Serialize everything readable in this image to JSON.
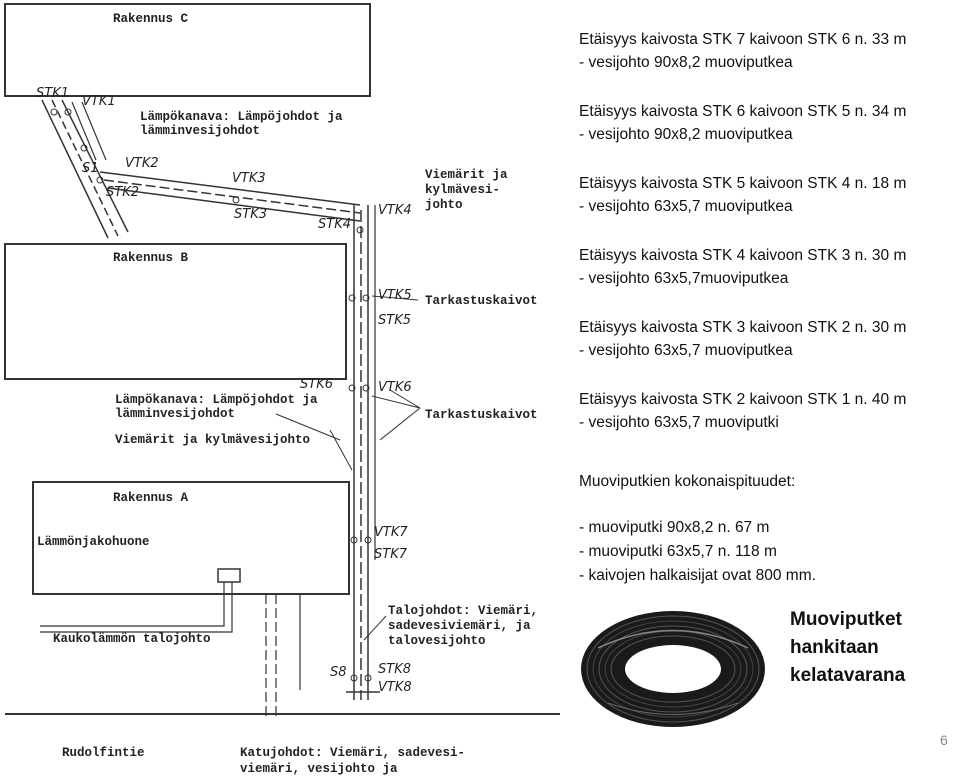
{
  "diagram": {
    "buildings": {
      "c": "Rakennus C",
      "b": "Rakennus B",
      "a": "Rakennus A"
    },
    "heat_channel_top": [
      "Lämpökanava: Lämpöjohdot ja",
      "lämminvesijohdot"
    ],
    "sewers_top": [
      "Viemärit ja",
      "kylmävesi-",
      "johto"
    ],
    "inspection_wells_1": "Tarkastuskaivot",
    "inspection_wells_2": "Tarkastuskaivot",
    "heat_channel_mid": [
      "Lämpökanava: Lämpöjohdot ja",
      "lämminvesijohdot"
    ],
    "sewers_mid": "Viemärit ja kylmävesijohto",
    "distribution_room": "Lämmönjakohuone",
    "district_heat": "Kaukolämmön talojohto",
    "house_lines": [
      "Talojohdot: Viemäri,",
      "sadevesiviemäri, ja",
      "talovesijohto"
    ],
    "street": "Rudolfintie",
    "street_lines": [
      "Katujohdot: Viemäri, sadevesi-",
      "viemäri, vesijohto ja"
    ],
    "wells": {
      "stk1": "STK1",
      "vtk1": "VTK1",
      "s1": "S1",
      "vtk2": "VTK2",
      "stk2": "STK2",
      "vtk3": "VTK3",
      "stk3": "STK3",
      "stk4": "STK4",
      "vtk4": "VTK4",
      "vtk5": "VTK5",
      "stk5": "STK5",
      "stk6": "STK6",
      "vtk6": "VTK6",
      "vtk7": "VTK7",
      "stk7": "STK7",
      "s8": "S8",
      "stk8": "STK8",
      "vtk8": "VTK8"
    }
  },
  "distances": [
    {
      "line1": "Etäisyys kaivosta STK 7 kaivoon STK 6 n. 33 m",
      "line2": "- vesijohto 90x8,2 muoviputkea"
    },
    {
      "line1": "Etäisyys kaivosta STK 6 kaivoon STK 5 n. 34 m",
      "line2": "- vesijohto 90x8,2 muoviputkea"
    },
    {
      "line1": "Etäisyys kaivosta STK 5 kaivoon STK 4 n. 18 m",
      "line2": "- vesijohto 63x5,7  muoviputkea"
    },
    {
      "line1": "Etäisyys kaivosta STK 4 kaivoon STK 3 n. 30 m",
      "line2": "- vesijohto 63x5,7muoviputkea"
    },
    {
      "line1": "Etäisyys kaivosta STK 3 kaivoon STK 2 n. 30 m",
      "line2": "- vesijohto 63x5,7 muoviputkea"
    },
    {
      "line1": "Etäisyys kaivosta STK 2 kaivoon STK 1 n. 40 m",
      "line2": "-     vesijohto 63x5,7 muoviputki"
    }
  ],
  "totals": {
    "heading": "Muoviputkien kokonaispituudet:",
    "item1": "- muoviputki 90x8,2  n. 67 m",
    "item2": "- muoviputki 63x5,7 n. 118 m",
    "item3": "- kaivojen halkaisijat ovat 800 mm."
  },
  "note": [
    "Muoviputket",
    "hankitaan",
    "kelatavarana"
  ],
  "page_number": "6",
  "colors": {
    "text": "#111111",
    "line": "#333333",
    "coil": "#1a1a1a",
    "page_number": "#888888"
  }
}
